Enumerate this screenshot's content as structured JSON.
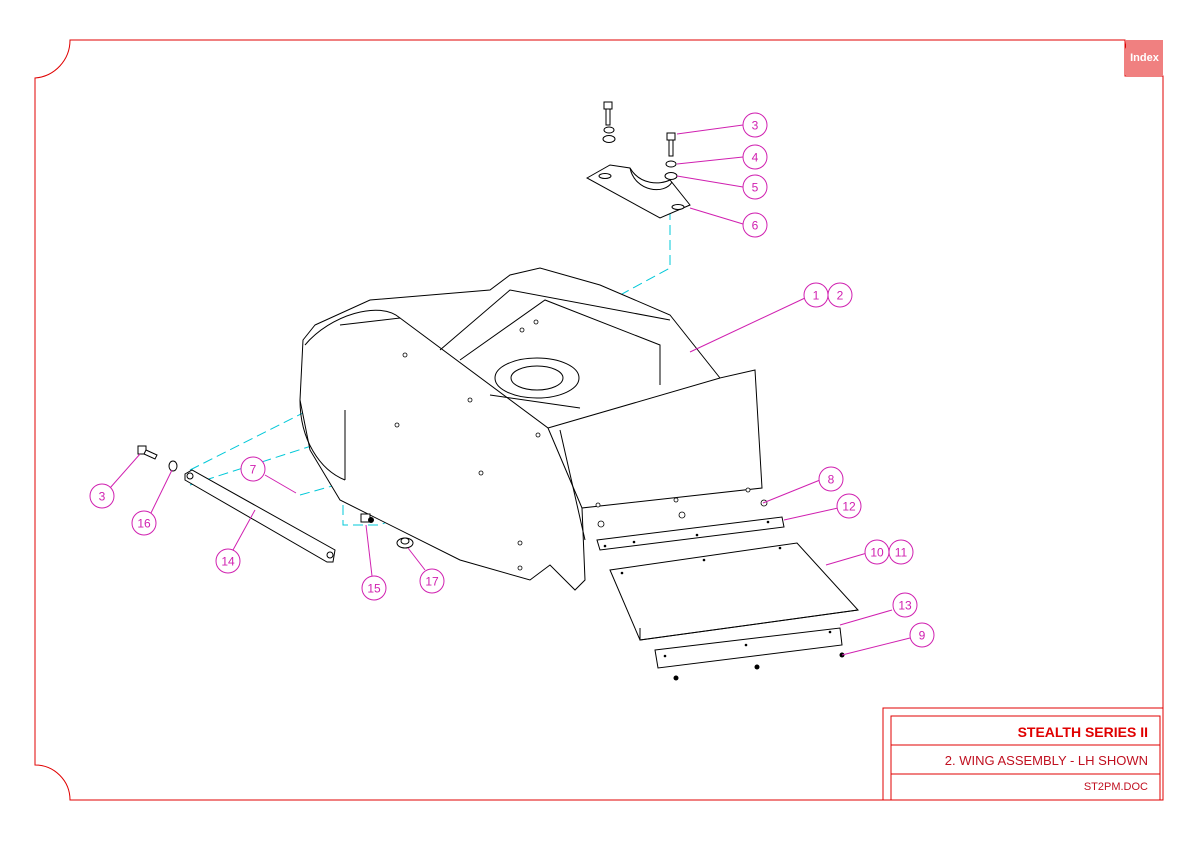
{
  "index_button": {
    "label": "Index"
  },
  "title_block": {
    "series": "STEALTH SERIES II",
    "section": "2. WING ASSEMBLY - LH SHOWN",
    "doc": "ST2PM.DOC"
  },
  "callouts": [
    "3",
    "4",
    "5",
    "6",
    "1",
    "2",
    "7",
    "8",
    "12",
    "10",
    "11",
    "13",
    "9",
    "3",
    "16",
    "14",
    "15",
    "17"
  ],
  "colors": {
    "border": "#e00000",
    "callout": "#d020b0",
    "centerline": "#00c8d8",
    "index_bg": "#f08080"
  }
}
